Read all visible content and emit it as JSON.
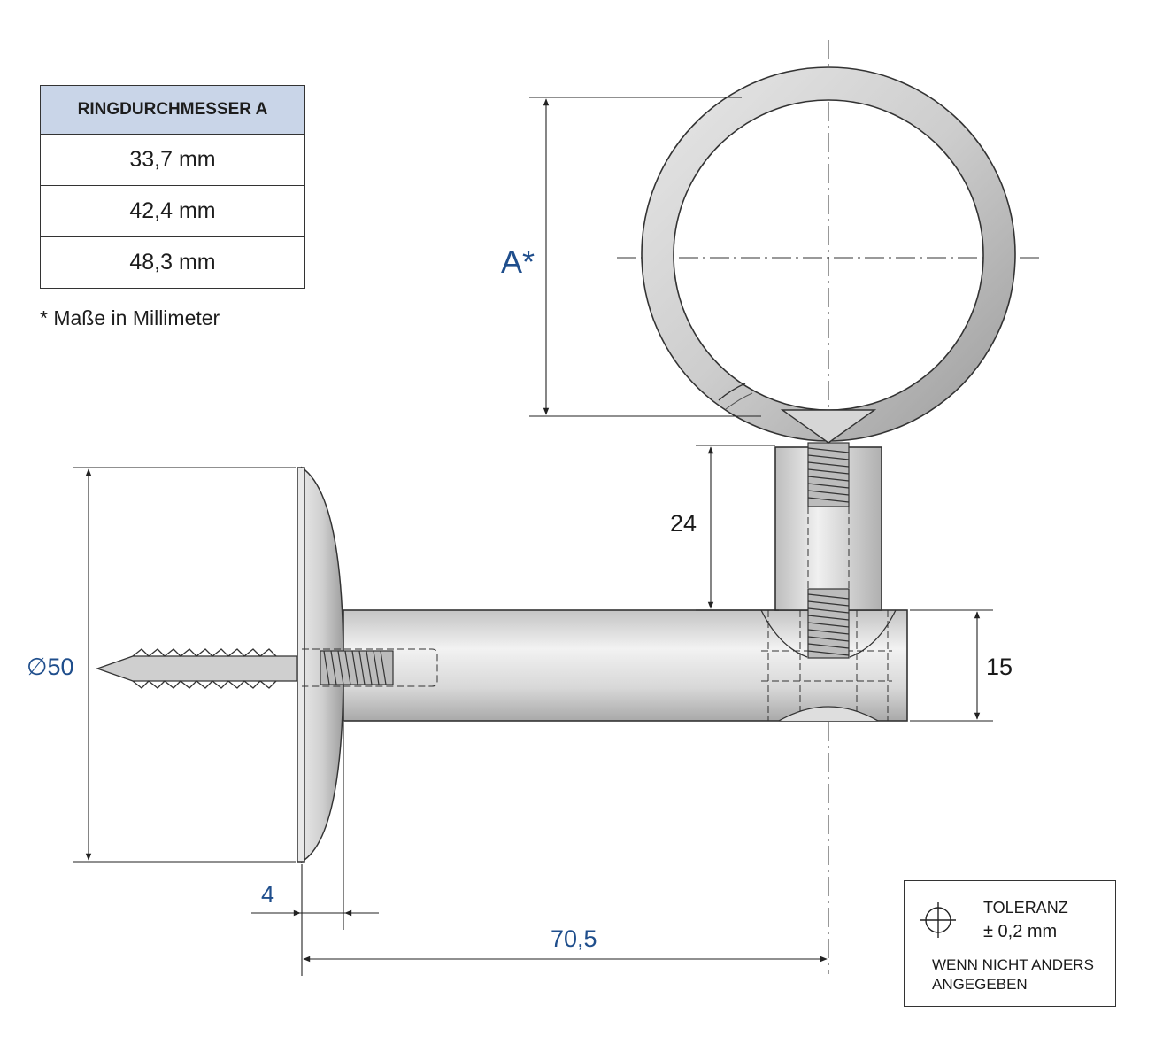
{
  "table": {
    "header": "RINGDURCHMESSER A",
    "rows": [
      "33,7 mm",
      "42,4 mm",
      "48,3 mm"
    ]
  },
  "footnote": "* Maße in Millimeter",
  "dimensions": {
    "ring_diameter": "A*",
    "post_height": "24",
    "bar_height": "15",
    "plate_diameter": "∅50",
    "plate_thickness": "4",
    "total_length": "70,5"
  },
  "tolerance": {
    "title": "TOLERANZ",
    "value": "± 0,2 mm",
    "note": "WENN NICHT ANDERS ANGEGEBEN"
  },
  "colors": {
    "dimension_blue": "#1f4e8c",
    "table_header": "#c9d5e8"
  }
}
